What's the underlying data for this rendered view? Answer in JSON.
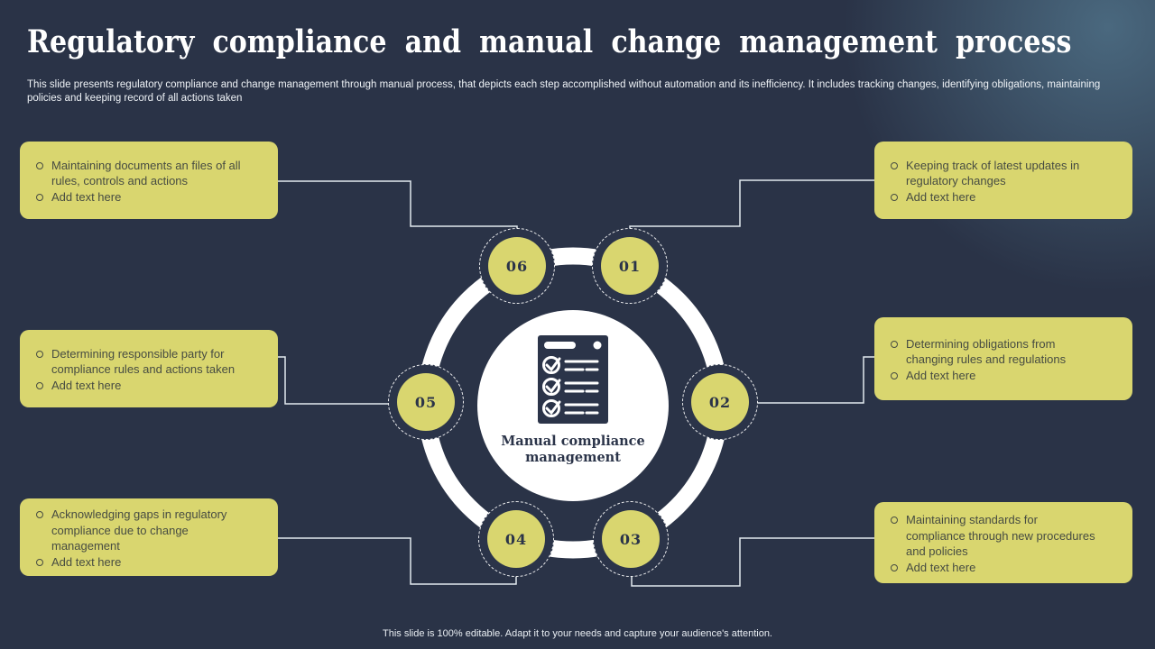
{
  "colors": {
    "background": "#2a3347",
    "accent_yellow": "#d9d66f",
    "navy": "#2b3449",
    "connector_line": "#e2e9ef",
    "box_text": "#474c42"
  },
  "slide": {
    "title": "Regulatory compliance and manual change management process",
    "subtitle": "This slide presents regulatory compliance and change management through manual process, that depicts each step accomplished without automation and its inefficiency. It includes tracking changes, identifying obligations, maintaining policies and keeping record of all actions taken",
    "footer": "This slide is 100% editable.  Adapt it to your needs and capture your audience's attention."
  },
  "center": {
    "icon": "checklist-icon",
    "label": "Manual compliance management"
  },
  "nodes": [
    {
      "label": "01"
    },
    {
      "label": "02"
    },
    {
      "label": "03"
    },
    {
      "label": "04"
    },
    {
      "label": "05"
    },
    {
      "label": "06"
    }
  ],
  "boxes": [
    {
      "position": "top-left",
      "items": [
        "Maintaining  documents an files of all rules, controls and actions",
        "Add text here"
      ]
    },
    {
      "position": "top-right",
      "items": [
        "Keeping track of latest updates in regulatory  changes",
        "Add text here"
      ]
    },
    {
      "position": "middle-left",
      "items": [
        "Determining responsible party for compliance rules and actions taken",
        "Add text here"
      ]
    },
    {
      "position": "middle-right",
      "items": [
        "Determining obligations from changing rules and regulations",
        "Add text here"
      ]
    },
    {
      "position": "bottom-left",
      "items": [
        "Acknowledging  gaps in regulatory compliance due to change management",
        "Add text here"
      ]
    },
    {
      "position": "bottom-right",
      "items": [
        "Maintaining  standards for compliance through new procedures and policies",
        "Add text here"
      ]
    }
  ]
}
